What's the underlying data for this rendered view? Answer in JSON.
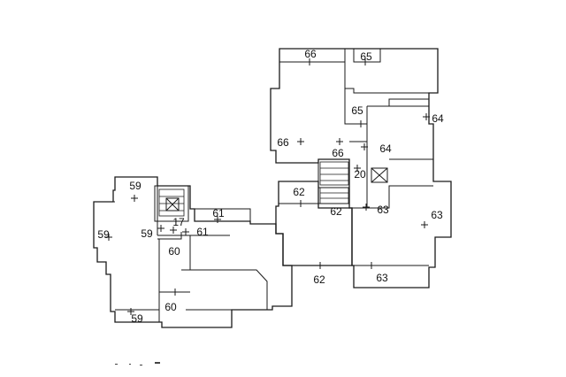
{
  "plan": {
    "unit_labels": [
      "66",
      "65",
      "65",
      "64",
      "66",
      "66",
      "64",
      "20",
      "62",
      "62",
      "63",
      "63",
      "62",
      "63",
      "59",
      "59",
      "59",
      "17",
      "61",
      "61",
      "60",
      "60",
      "59"
    ]
  }
}
